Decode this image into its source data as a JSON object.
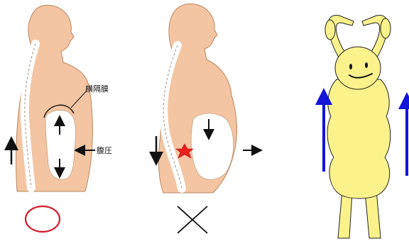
{
  "labels": {
    "diaphragm": "横隔膜",
    "abdominal_pressure": "腹圧"
  },
  "symbols": {
    "correct": "circle-mark",
    "incorrect": "cross-mark"
  },
  "colors": {
    "skin": "#f4c5a2",
    "skin_outline": "#b9865f",
    "spine": "#f7f3ea",
    "abdomen_space": "#ffffff",
    "correct_mark": "#d21e2a",
    "incorrect_mark": "#111111",
    "pain_marker": "#e8201d",
    "figure_yellow": "#fbf28b",
    "figure_outline": "#222222",
    "up_arrow": "#1414d8"
  }
}
